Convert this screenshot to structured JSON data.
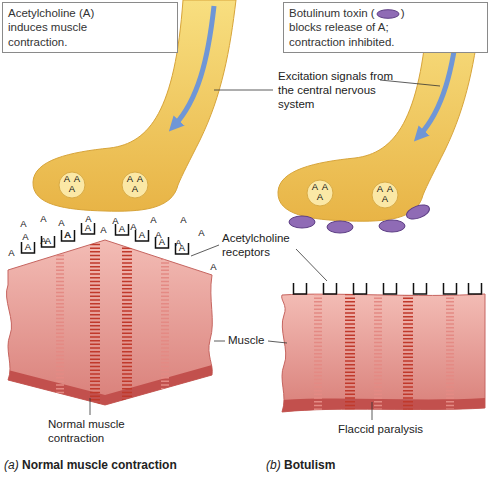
{
  "diagram": {
    "nodes": [
      {
        "text": [
          "Acetylcholine (A) induces muscle contraction."
        ]
      },
      {
        "text": [
          "Botulinum toxin (",
          ") blocks release of A; contraction inhibited."
        ]
      }
    ],
    "labels": [
      "Excitation signals from the central nervous system",
      "Acetylcholine receptors",
      "Muscle",
      "Normal muscle contraction",
      "Flaccid paralysis",
      "(a)",
      "Normal muscle contraction",
      "(b)",
      "Botulism",
      "A",
      "A",
      "A",
      "A",
      "A",
      "A",
      "A",
      "A",
      "A",
      "A",
      "A",
      "A",
      "A",
      "A",
      "A",
      "A",
      "A",
      "A",
      "A",
      "A",
      "A",
      "A",
      "A",
      "A",
      "A",
      "A",
      "A",
      "A",
      "A",
      "A",
      "A",
      "A",
      "A",
      "A",
      "A",
      "A",
      "A"
    ]
  }
}
